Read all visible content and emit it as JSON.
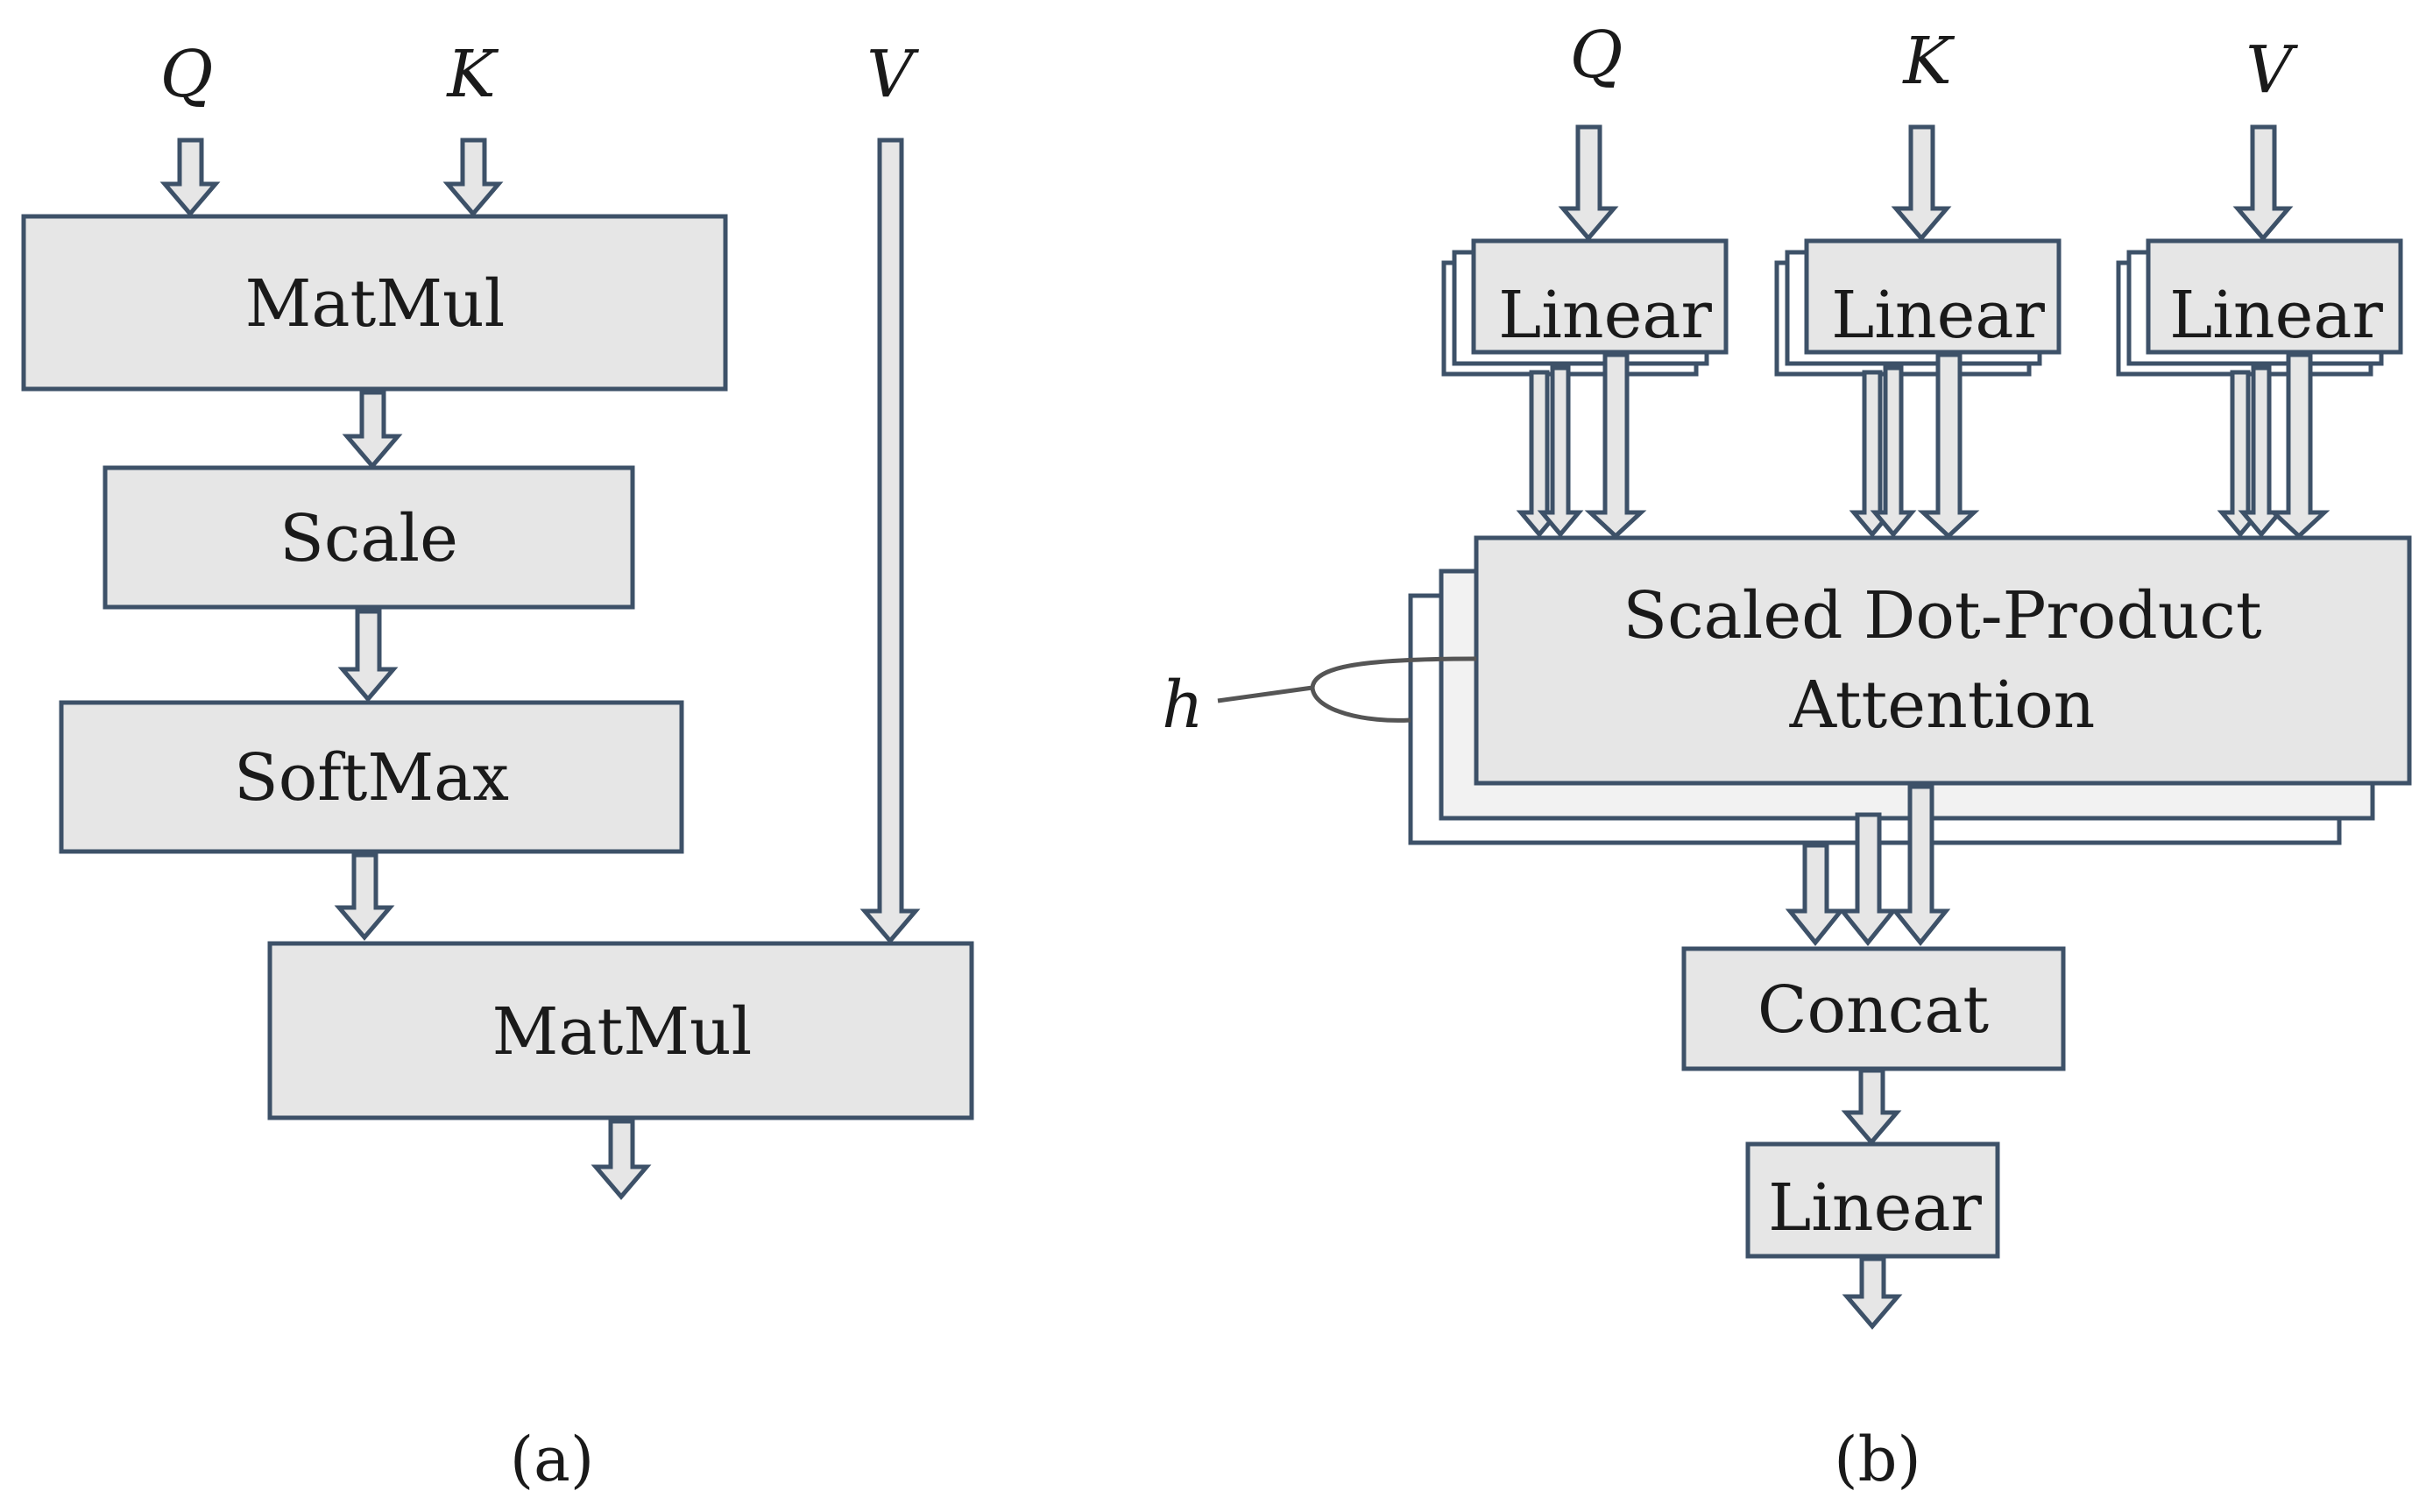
{
  "panel_a": {
    "inputs": {
      "q": "Q",
      "k": "K",
      "v": "V"
    },
    "matmul_top": "MatMul",
    "scale": "Scale",
    "softmax": "SoftMax",
    "matmul_bottom": "MatMul",
    "caption": "(a)"
  },
  "panel_b": {
    "inputs": {
      "q": "Q",
      "k": "K",
      "v": "V"
    },
    "linear_q": "Linear",
    "linear_k": "Linear",
    "linear_v": "Linear",
    "attention_line1": "Scaled Dot-Product",
    "attention_line2": "Attention",
    "heads_label": "h",
    "concat": "Concat",
    "linear_out": "Linear",
    "caption": "(b)"
  },
  "colors": {
    "box_fill": "#e6e6e6",
    "box_stroke": "#3d5168",
    "text": "#1a1a1a"
  }
}
